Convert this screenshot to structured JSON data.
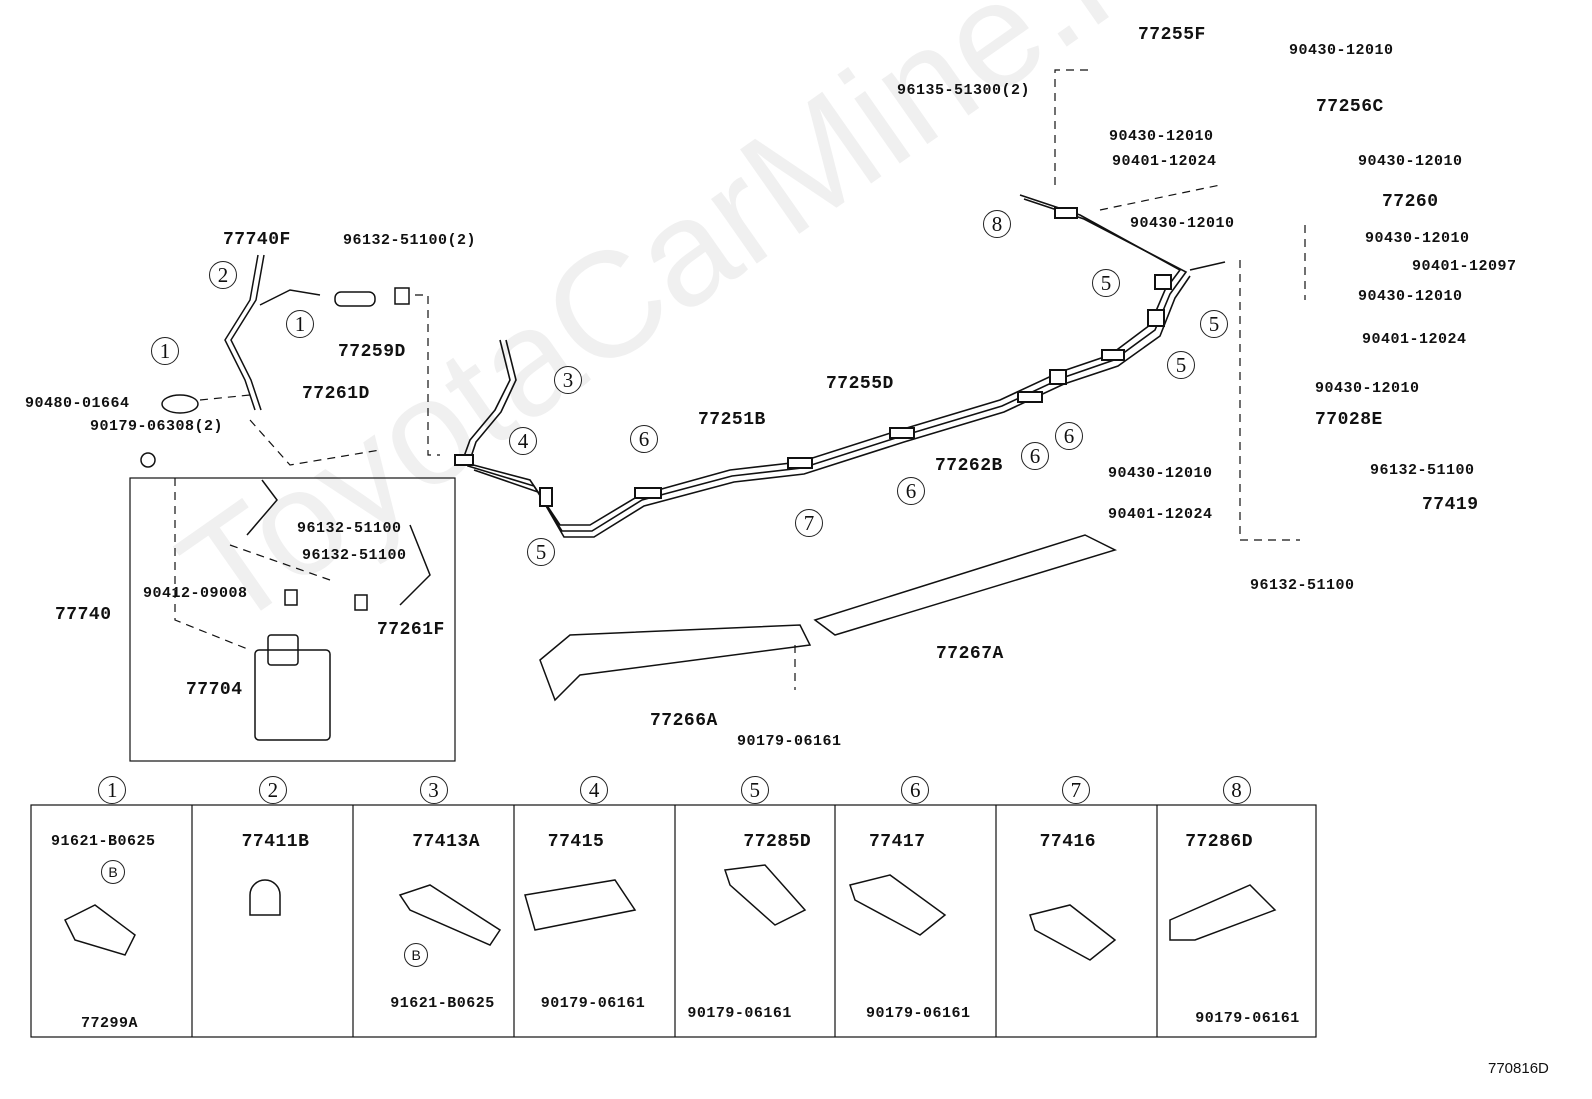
{
  "watermark": "ToyotaCarMine.ru",
  "labels": {
    "p77255F": "77255F",
    "p90430a": "90430-12010",
    "p96135": "96135-51300(2)",
    "p77256C": "77256C",
    "p90430b": "90430-12010",
    "p90401a": "90401-12024",
    "p90430c": "90430-12010",
    "p77260": "77260",
    "p90430d": "90430-12010",
    "p90430e": "90430-12010",
    "p90401b": "90401-12097",
    "p90430f": "90430-12010",
    "p90401c": "90401-12024",
    "p90430g": "90430-12010",
    "p77028E": "77028E",
    "p96132a": "96132-51100",
    "p90430h": "90430-12010",
    "p77419": "77419",
    "p90401d": "90401-12024",
    "p96132b": "96132-51100",
    "p77740F": "77740F",
    "p96132c": "96132-51100(2)",
    "p77259D": "77259D",
    "p90480": "90480-01664",
    "p77261D": "77261D",
    "p90179a": "90179-06308(2)",
    "p96132d": "96132-51100",
    "p96132e": "96132-51100",
    "p90412": "90412-09008",
    "p77740": "77740",
    "p77261F": "77261F",
    "p77704": "77704",
    "p77251B": "77251B",
    "p77255D": "77255D",
    "p77262B": "77262B",
    "p77267A": "77267A",
    "p77266A": "77266A",
    "p90179b": "90179-06161"
  },
  "callouts": [
    "1",
    "2",
    "3",
    "4",
    "5",
    "6",
    "7",
    "8"
  ],
  "table": {
    "cells": [
      {
        "num": "1",
        "parts": [
          "91621-B0625",
          "77299A"
        ],
        "mark": "B"
      },
      {
        "num": "2",
        "parts": [
          "77411B"
        ]
      },
      {
        "num": "3",
        "parts": [
          "77413A",
          "91621-B0625"
        ],
        "mark": "B"
      },
      {
        "num": "4",
        "parts": [
          "77415",
          "90179-06161"
        ]
      },
      {
        "num": "5",
        "parts": [
          "77285D",
          "90179-06161"
        ]
      },
      {
        "num": "6",
        "parts": [
          "77417",
          "90179-06161"
        ]
      },
      {
        "num": "7",
        "parts": [
          "77416"
        ]
      },
      {
        "num": "8",
        "parts": [
          "77286D",
          "90179-06161"
        ]
      }
    ]
  },
  "figure_code": "770816D"
}
